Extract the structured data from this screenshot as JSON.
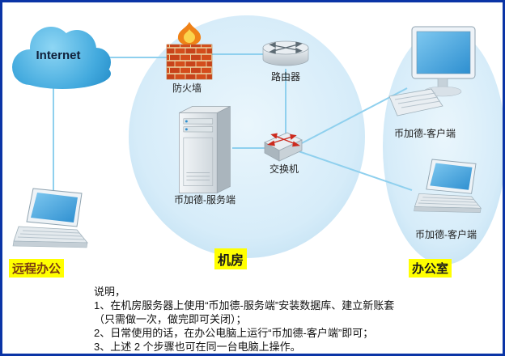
{
  "diagram": {
    "internet": {
      "label": "Internet"
    },
    "firewall": {
      "label": "防火墙"
    },
    "router": {
      "label": "路由器"
    },
    "server": {
      "label": "币加德-服务端"
    },
    "switch": {
      "label": "交换机"
    },
    "client_desktop": {
      "label": "币加德-客户端"
    },
    "client_laptop": {
      "label": "币加德-客户端"
    },
    "zones": {
      "remote": "远程办公",
      "server_room": "机房",
      "office": "办公室"
    }
  },
  "notes": {
    "title": "说明，",
    "lines": [
      "1、在机房服务器上使用“币加德-服务端”安装数据库、建立新账套",
      "（只需做一次，做完即可关闭）；",
      "2、日常使用的话，在办公电脑上运行“币加德-客户端”即可；",
      "3、上述 2 个步骤也可在同一台电脑上操作。"
    ]
  },
  "colors": {
    "border": "#0a34a6",
    "zone_fill": "#d6ecf9",
    "connection_line": "#8fd0ee",
    "highlight": "#ffff00",
    "cloud": "#43aade",
    "brick": "#c8431a",
    "screen": "#2e8fd0"
  }
}
